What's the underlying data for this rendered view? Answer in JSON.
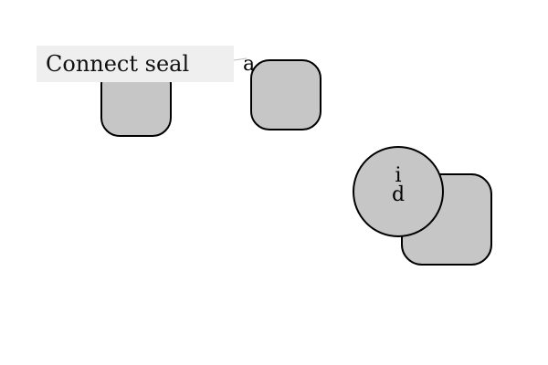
{
  "tooltip": {
    "text": "Connect seal"
  },
  "labels": {
    "node_a": "a",
    "circle_i": "i",
    "circle_d": "d"
  },
  "colors": {
    "shape_fill": "#c6c6c6",
    "shape_stroke": "#000000",
    "tooltip_bg": "#efefef"
  }
}
